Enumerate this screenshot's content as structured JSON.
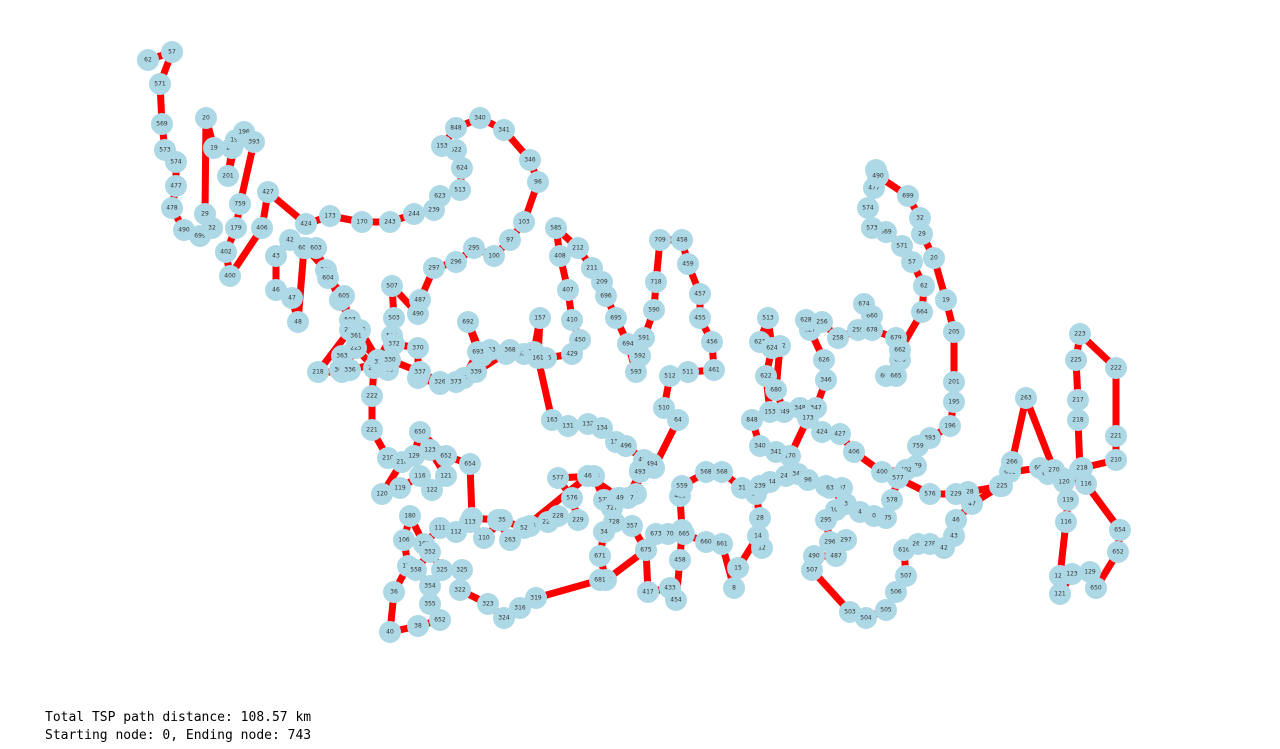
{
  "colors": {
    "node": "#add8e6",
    "edge": "#ff0000",
    "label": "#333333",
    "background": "#ffffff"
  },
  "footer": {
    "distance_text": "Total TSP path distance: 108.57 km",
    "endpoints_text": "Starting node: 0, Ending node: 743"
  },
  "graph": {
    "nodes": [
      "62",
      "57",
      "571",
      "569",
      "573",
      "574",
      "477",
      "478",
      "490",
      "699",
      "32",
      "29",
      "20",
      "19",
      "205",
      "201",
      "195",
      "196",
      "393",
      "759",
      "179",
      "402",
      "400",
      "406",
      "427",
      "424",
      "173",
      "170",
      "243",
      "244",
      "239",
      "623",
      "513",
      "624",
      "622",
      "153",
      "848",
      "340",
      "341",
      "346",
      "96",
      "103",
      "97",
      "100",
      "295",
      "296",
      "297",
      "487",
      "490",
      "507",
      "503",
      "504",
      "505",
      "506",
      "507",
      "616",
      "261",
      "278",
      "42",
      "43",
      "46",
      "47",
      "48",
      "602",
      "603",
      "604",
      "605",
      "215",
      "218",
      "217",
      "225",
      "223",
      "222",
      "221",
      "210",
      "218",
      "120",
      "119",
      "116",
      "122",
      "121",
      "123",
      "129",
      "650",
      "652",
      "654",
      "116",
      "270",
      "263",
      "266",
      "225",
      "228",
      "229",
      "576",
      "577",
      "578",
      "575",
      "0",
      "4",
      "3",
      "63",
      "64",
      "510",
      "512",
      "511",
      "461",
      "456",
      "455",
      "457",
      "459",
      "458",
      "709",
      "718",
      "590",
      "591",
      "592",
      "593",
      "694",
      "695",
      "696",
      "209",
      "211",
      "212",
      "585",
      "408",
      "407",
      "410",
      "450",
      "429",
      "525",
      "529",
      "731",
      "753",
      "691",
      "692",
      "693",
      "70",
      "72",
      "67",
      "370",
      "372",
      "373",
      "374",
      "361",
      "362",
      "363",
      "336",
      "330",
      "337",
      "326",
      "373",
      "339",
      "368",
      "156",
      "157",
      "161",
      "163",
      "131",
      "132",
      "134",
      "136",
      "496",
      "495",
      "494",
      "493",
      "497",
      "727",
      "728",
      "357",
      "351",
      "417",
      "433",
      "454",
      "458",
      "467",
      "483",
      "559",
      "568",
      "568",
      "31",
      "32",
      "28",
      "12",
      "14",
      "15",
      "8",
      "661",
      "660",
      "665",
      "670",
      "673",
      "675",
      "677",
      "671",
      "34",
      "49",
      "46",
      "52",
      "35",
      "110",
      "113",
      "112",
      "111",
      "108",
      "180",
      "106",
      "150",
      "36",
      "40",
      "38",
      "652",
      "355",
      "354",
      "558",
      "352",
      "325",
      "325",
      "322",
      "323",
      "324",
      "316",
      "319",
      "681",
      "682",
      "680",
      "349",
      "348",
      "347",
      "346",
      "626",
      "627",
      "628",
      "256",
      "258",
      "259",
      "660",
      "674",
      "678",
      "679",
      "676",
      "666",
      "665",
      "662",
      "664"
    ],
    "labels": [
      "0",
      "743"
    ]
  }
}
